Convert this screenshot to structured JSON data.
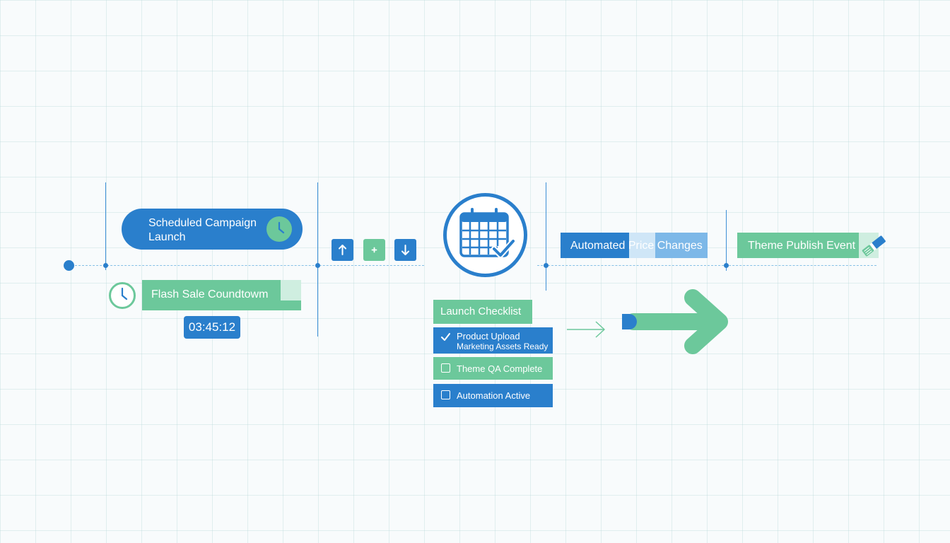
{
  "campaign": {
    "title": "Scheduled Campaign Launch"
  },
  "flash_sale": {
    "title": "Flash Sale Coundtowm",
    "timer": "03:45:12"
  },
  "automation": {
    "title": "Automated Price Changes"
  },
  "theme_publish": {
    "title": "Theme Publish Event"
  },
  "checklist": {
    "title": "Launch Checklist",
    "items": [
      {
        "label": "Product Upload",
        "sublabel": "Marketing Assets Ready",
        "checked": true
      },
      {
        "label": "Theme QA Complete",
        "checked": false
      },
      {
        "label": "Automation Active",
        "checked": false
      }
    ]
  },
  "icons": [
    "clock-icon",
    "arrow-up-icon",
    "plus-icon",
    "arrow-down-icon",
    "calendar-check-icon",
    "paint-brush-icon",
    "arrow-right-icon",
    "checkmark-icon"
  ],
  "colors": {
    "blue": "#2a7fcc",
    "green": "#6cc89b",
    "light_blue": "#7db8e8",
    "pale_green": "#cfeee0",
    "background": "#f8fbfc"
  }
}
